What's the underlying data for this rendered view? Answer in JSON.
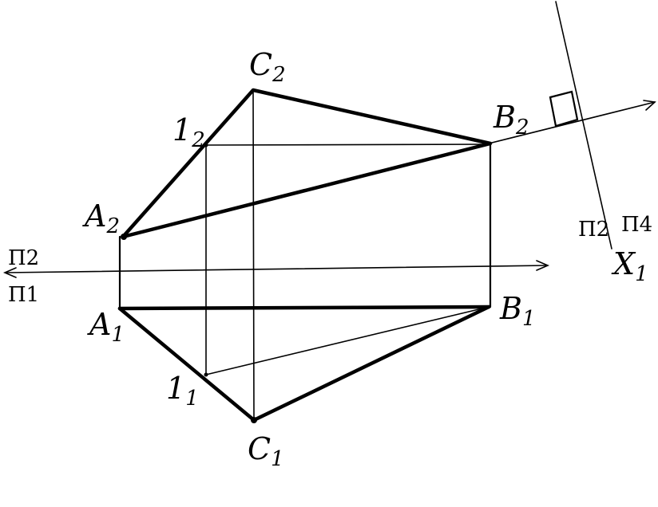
{
  "points": {
    "A2": {
      "letter": "A",
      "index": "2"
    },
    "C2": {
      "letter": "C",
      "index": "2"
    },
    "B2": {
      "letter": "B",
      "index": "2"
    },
    "12": {
      "letter": "1",
      "index": "2"
    },
    "A1": {
      "letter": "A",
      "index": "1"
    },
    "B1": {
      "letter": "B",
      "index": "1"
    },
    "C1": {
      "letter": "C",
      "index": "1"
    },
    "11": {
      "letter": "1",
      "index": "1"
    }
  },
  "axes": {
    "x12": {
      "upper": "Π2",
      "lower": "Π1"
    },
    "x24": {
      "left": "Π2",
      "right": "Π4",
      "name": "X",
      "sub": "1"
    }
  }
}
